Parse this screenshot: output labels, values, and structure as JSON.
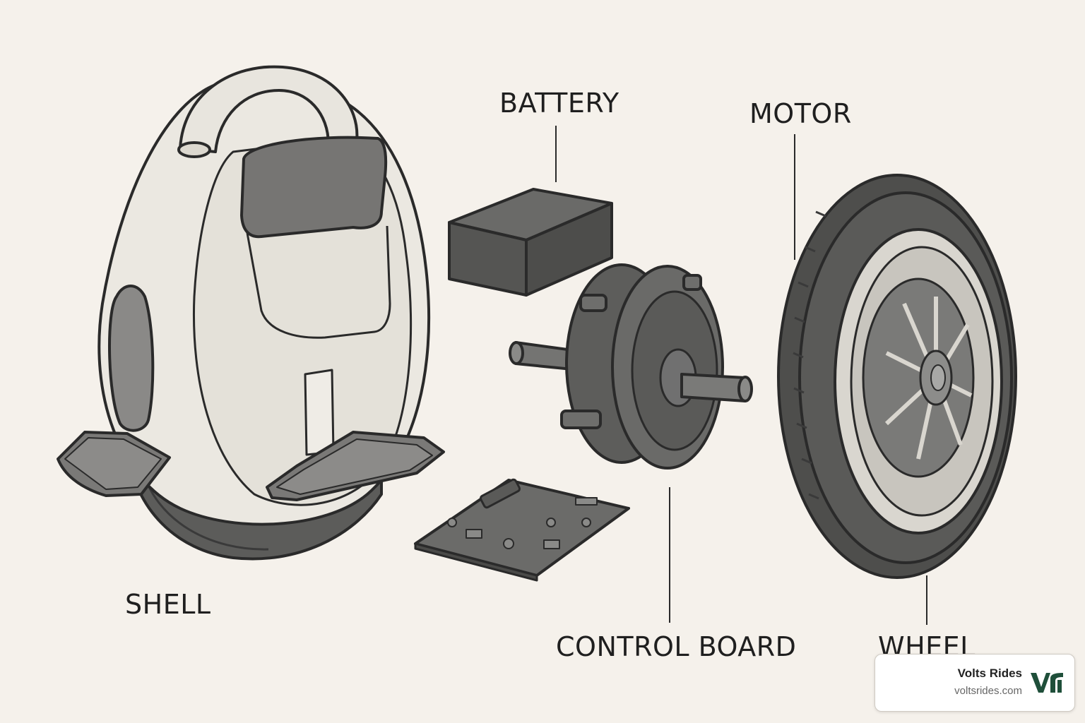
{
  "labels": {
    "shell": "SHELL",
    "battery": "BATTERY",
    "motor": "MOTOR",
    "control_board": "CONTROL BOARD",
    "wheel": "WHEEL"
  },
  "brand": {
    "name": "Volts Rides",
    "url": "voltsrides.com",
    "logo_icon": "vr-monogram-logo",
    "accent": "#1f4f3a"
  },
  "colors": {
    "background": "#f5f1eb",
    "ink": "#2a2a2a",
    "shell_fill": "#ece9e2",
    "dark_part": "#5a5a58"
  }
}
